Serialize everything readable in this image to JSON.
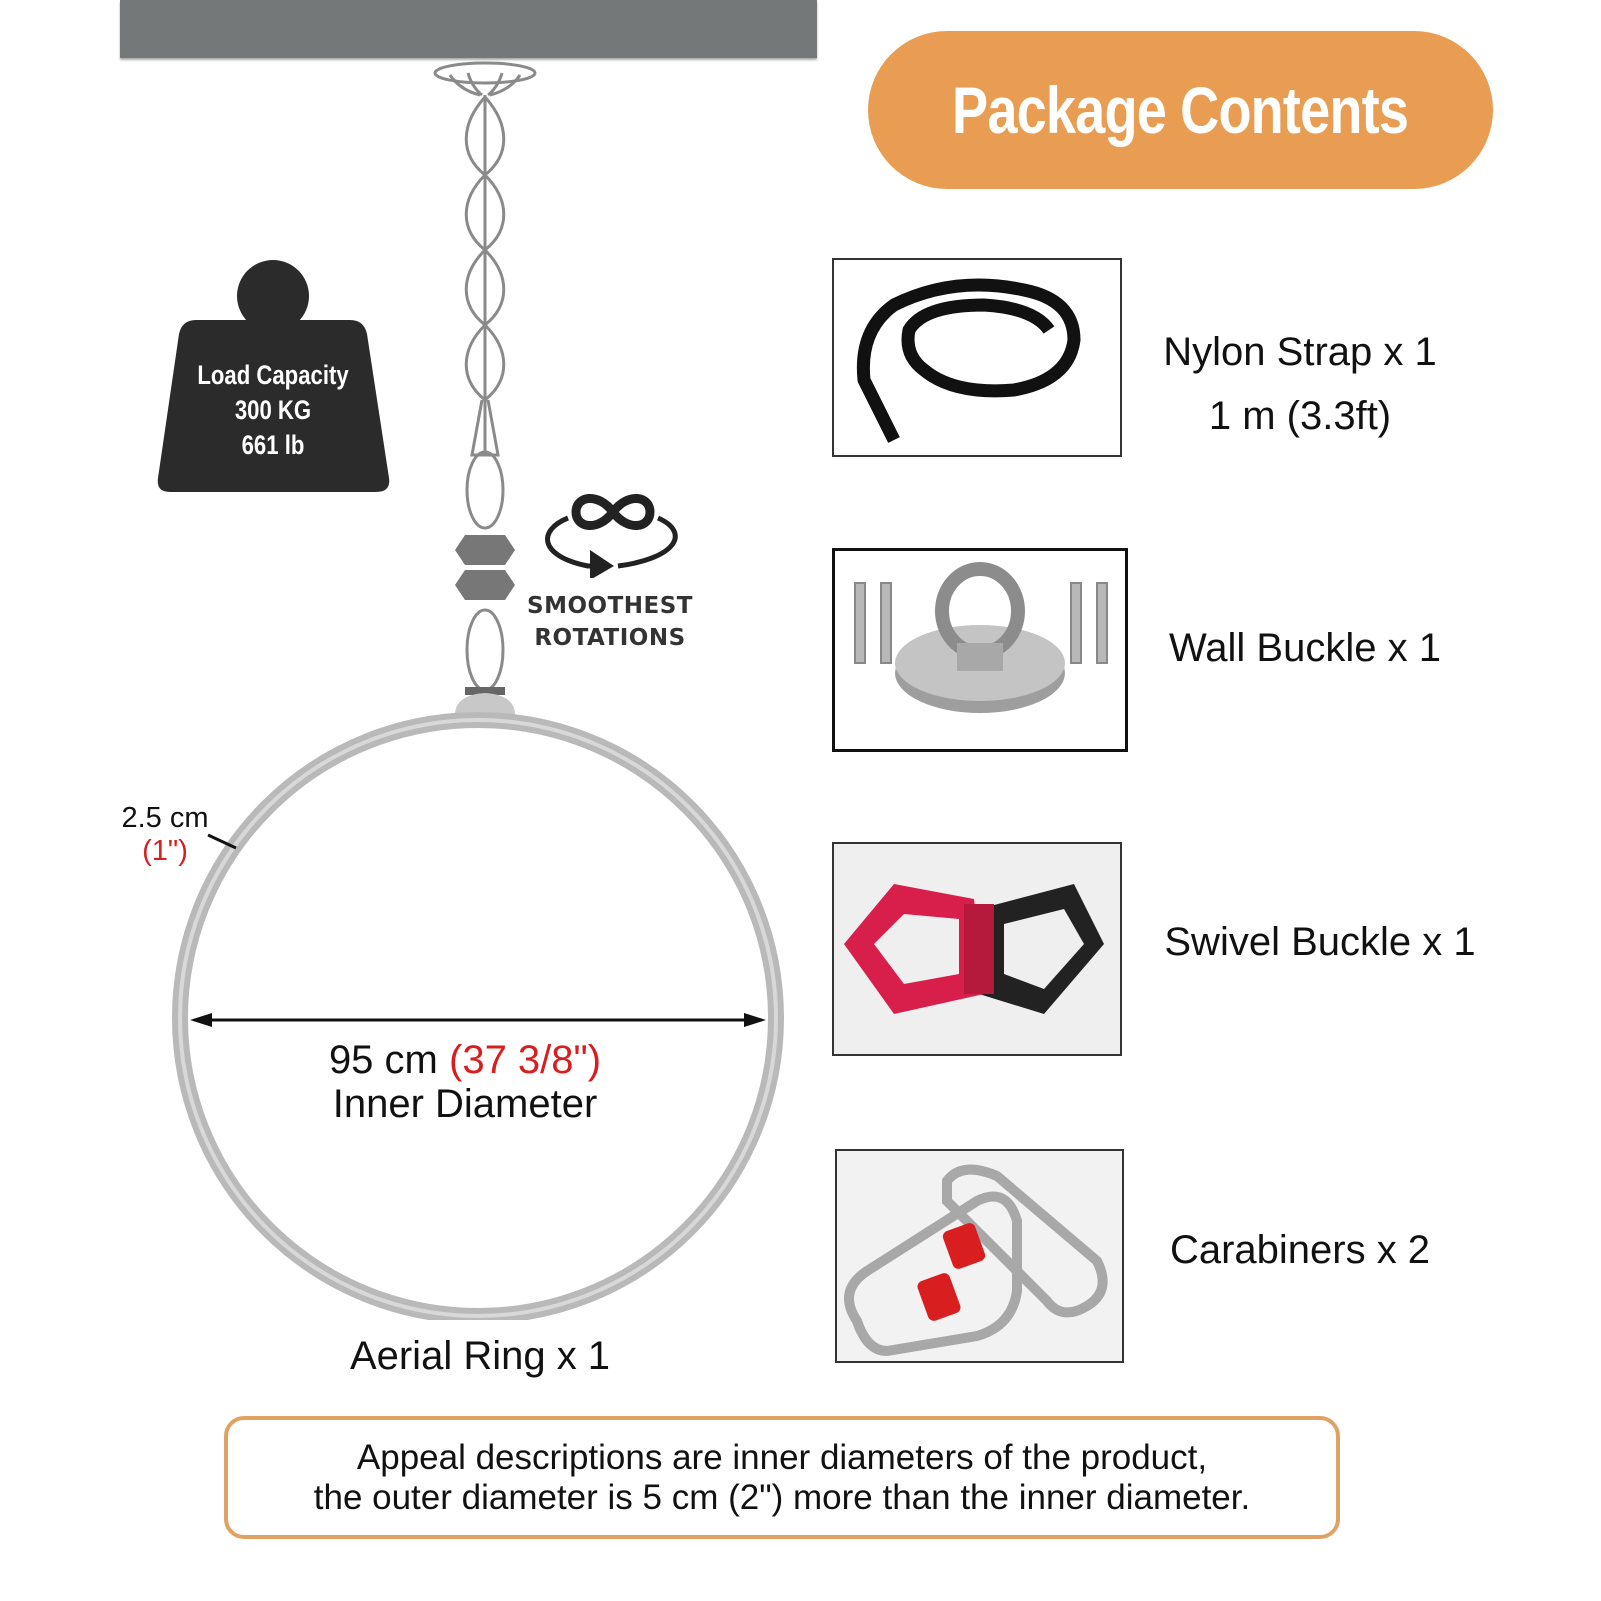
{
  "header": {
    "title": "Package Contents",
    "title_bg": "#e89d52"
  },
  "load_badge": {
    "line1": "Load Capacity",
    "line2": "300 KG",
    "line3": "661 lb",
    "icon": "weight-icon"
  },
  "rotation_badge": {
    "icon": "infinity-rotation-icon",
    "line1": "SMOOTHEST",
    "line2": "ROTATIONS"
  },
  "ring": {
    "thickness_metric": "2.5 cm",
    "thickness_imperial": "(1\")",
    "diameter_metric": "95 cm",
    "diameter_imperial": "(37 3/8\")",
    "diameter_label": "Inner Diameter",
    "caption": "Aerial Ring x 1"
  },
  "items": [
    {
      "label": "Nylon Strap x 1",
      "sublabel": "1 m (3.3ft)",
      "icon": "nylon-strap-image"
    },
    {
      "label": "Wall Buckle x 1",
      "icon": "wall-buckle-image"
    },
    {
      "label": "Swivel Buckle x 1",
      "icon": "swivel-buckle-image"
    },
    {
      "label": "Carabiners x 2",
      "icon": "carabiner-image"
    }
  ],
  "note": {
    "line1": "Appeal descriptions are inner diameters of the product,",
    "line2": "the outer diameter is 5 cm (2\") more than the inner diameter.",
    "border_color": "#e0a262"
  },
  "colors": {
    "accent_orange": "#e89d52",
    "imperial_red": "#d81e1e",
    "ceiling_gray": "#757878"
  }
}
